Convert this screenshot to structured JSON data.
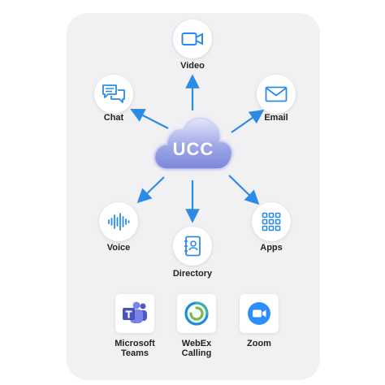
{
  "hub": {
    "label": "UCC"
  },
  "nodes": {
    "video": {
      "label": "Video",
      "icon": "video-camera-icon"
    },
    "chat": {
      "label": "Chat",
      "icon": "chat-bubbles-icon"
    },
    "email": {
      "label": "Email",
      "icon": "envelope-icon"
    },
    "voice": {
      "label": "Voice",
      "icon": "sound-wave-icon"
    },
    "directory": {
      "label": "Directory",
      "icon": "address-book-icon"
    },
    "apps": {
      "label": "Apps",
      "icon": "app-grid-icon"
    }
  },
  "platforms": {
    "teams": {
      "line1": "Microsoft",
      "line2": "Teams",
      "icon": "microsoft-teams-logo-icon"
    },
    "webex": {
      "line1": "WebEx",
      "line2": "Calling",
      "icon": "webex-logo-icon"
    },
    "zoom": {
      "line1": "Zoom",
      "icon": "zoom-logo-icon"
    }
  },
  "colors": {
    "accent": "#2b8ce6",
    "card_bg": "#f1f1f3",
    "teams": "#5059c9",
    "webex_blue": "#1a8fd8",
    "webex_green": "#6cc04a",
    "zoom": "#2d8cff"
  }
}
